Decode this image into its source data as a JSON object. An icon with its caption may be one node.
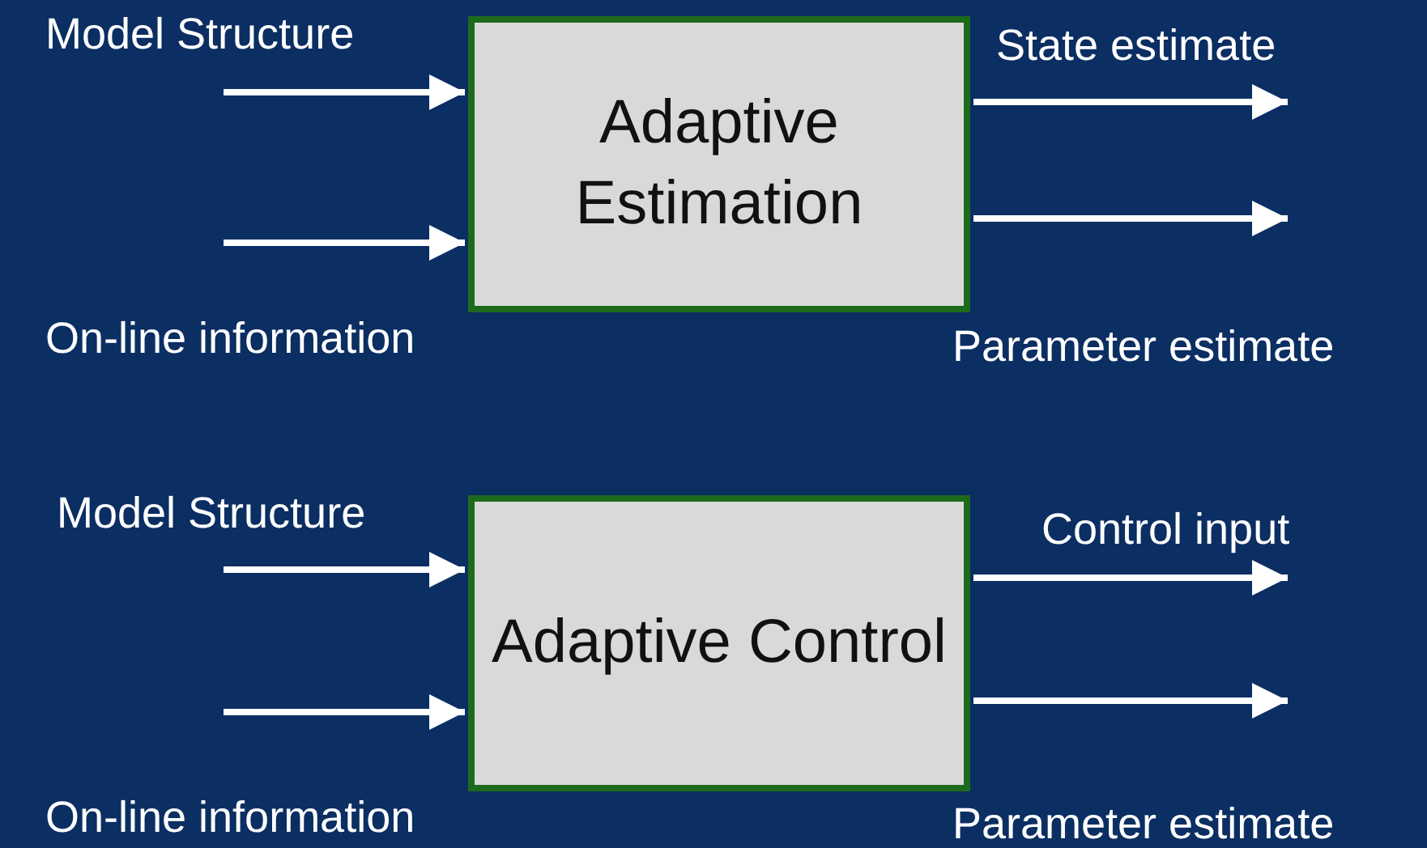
{
  "diagram": {
    "nodes": [
      {
        "text": [
          "Adaptive Estimation"
        ]
      },
      {
        "text": [
          "Adaptive Control"
        ]
      }
    ],
    "edges": [
      {
        "from": null,
        "to": 0,
        "arrow": "to",
        "label": "Model Structure"
      },
      {
        "from": null,
        "to": 0,
        "arrow": "to",
        "label": "On-line information"
      },
      {
        "from": 0,
        "to": null,
        "arrow": "to",
        "label": "State estimate"
      },
      {
        "from": 0,
        "to": null,
        "arrow": "to",
        "label": "Parameter estimate"
      },
      {
        "from": null,
        "to": 1,
        "arrow": "to",
        "label": "Model Structure"
      },
      {
        "from": null,
        "to": 1,
        "arrow": "to",
        "label": "On-line information"
      },
      {
        "from": 1,
        "to": null,
        "arrow": "to",
        "label": "Control input"
      },
      {
        "from": 1,
        "to": null,
        "arrow": "to",
        "label": "Parameter estimate"
      }
    ]
  }
}
